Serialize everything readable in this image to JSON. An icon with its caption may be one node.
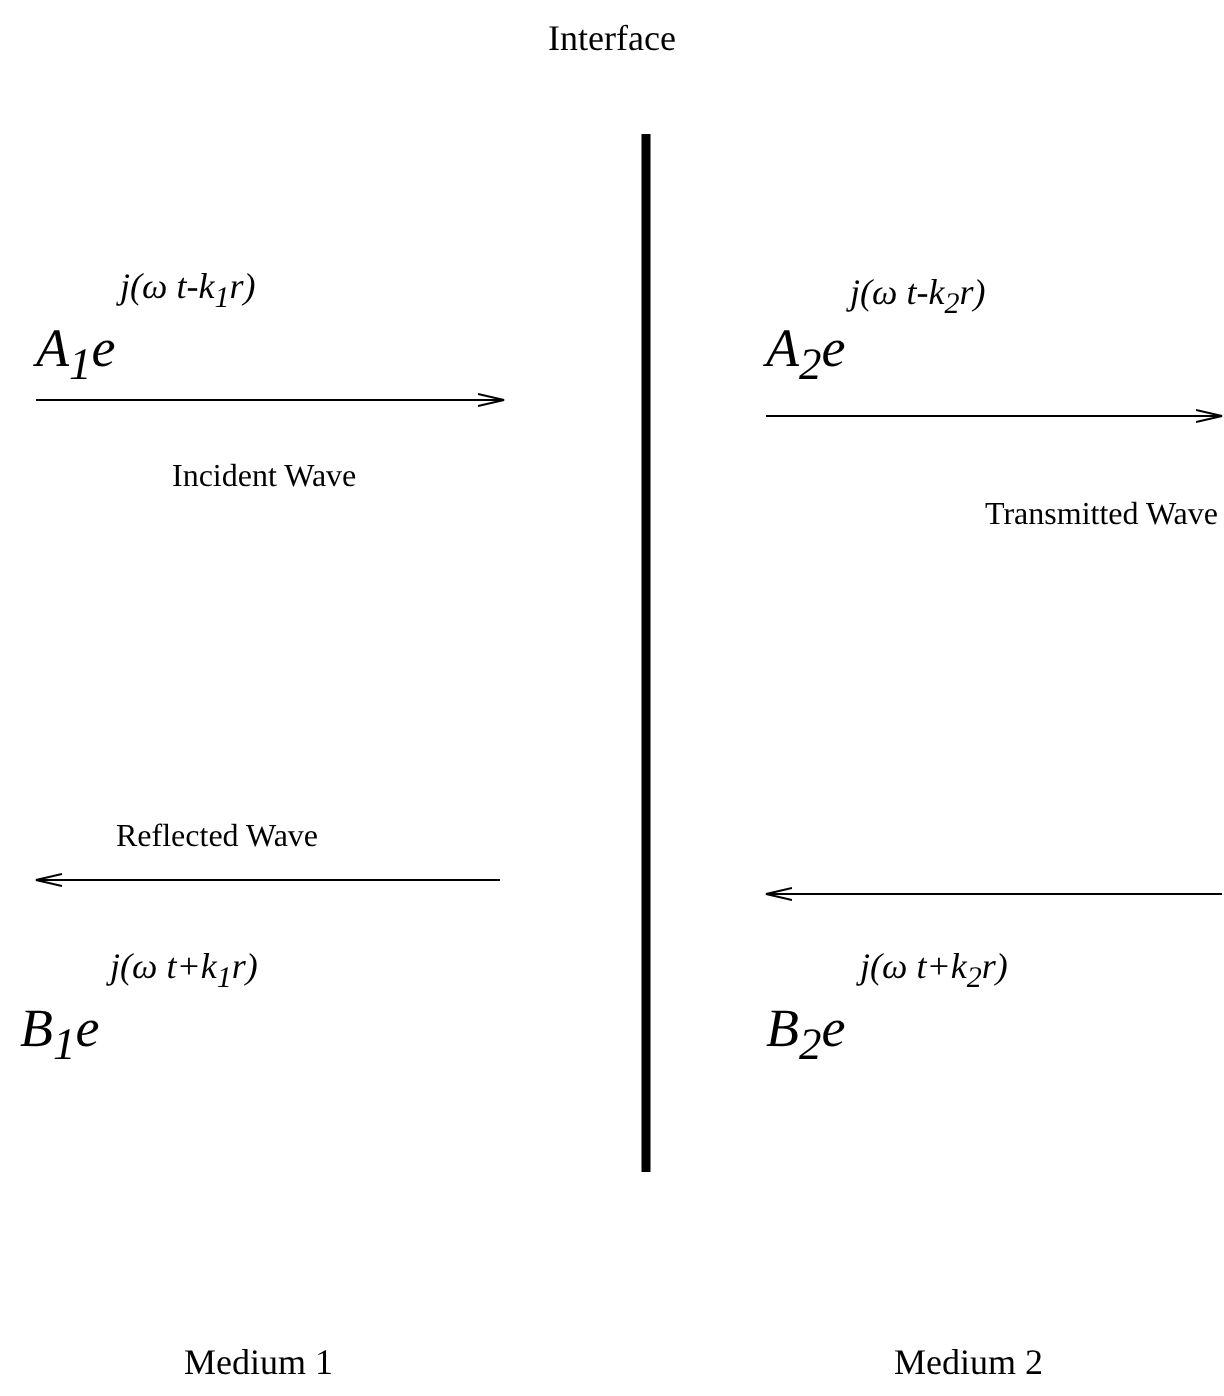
{
  "diagram": {
    "labels": [
      "Interface",
      "A$_{1}$e",
      "j(ω t-k$_{1}$r)",
      "A$_{2}$e",
      "j(ω t-k$_{2}$r)",
      "Incident Wave",
      "Transmitted Wave",
      "Reflected Wave",
      "B$_{1}$e",
      "j(ω t+k$_{1}$r)",
      "B$_{2}$e",
      "j(ω t+k$_{2}$r)",
      "Medium 1",
      "Medium 2"
    ]
  }
}
